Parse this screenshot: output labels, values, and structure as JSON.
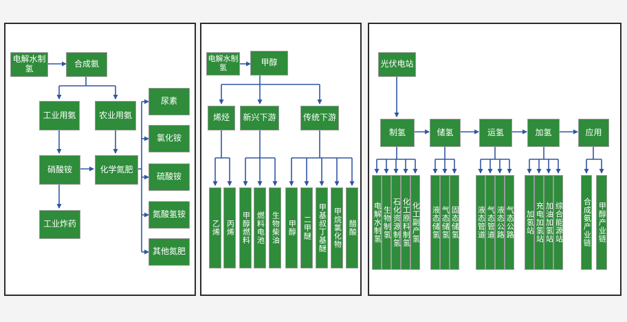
{
  "colors": {
    "box": "#2e8c3a",
    "arrow": "#2f55a3",
    "panel_border": "#2b2b2b"
  },
  "panel1": {
    "electrolysis": "电解水制氢",
    "synthetic_ammonia": "合成氨",
    "industrial_ammonia": "工业用氨",
    "agricultural_ammonia": "农业用氨",
    "ammonium_nitrate": "硝酸铵",
    "chemical_fertilizer": "化学氮肥",
    "industrial_explosive": "工业炸药",
    "urea": "尿素",
    "ammonium_chloride": "氯化铵",
    "ammonium_sulfate": "硫酸铵",
    "ammonium_bicarbonate": "氮酸氢铵",
    "other_fertilizer": "其他氮肥"
  },
  "panel2": {
    "electrolysis": "电解水制氢",
    "methanol": "甲醇",
    "olefins": "烯烃",
    "emerging_downstream": "新兴下游",
    "traditional_downstream": "传统下游",
    "ethylene": "乙烯",
    "propylene": "丙烯",
    "methanol_fuel": "甲醇燃料",
    "fuel_cell": "燃料电池",
    "biodiesel": "生物柴油",
    "formaldehyde": "甲醇",
    "dimethyl_ether": "二甲醚",
    "mtbe": "甲基叔丁基醚",
    "methane_chloride": "甲烷氯化物",
    "acetic_acid": "醋酸"
  },
  "panel3": {
    "pv_station": "光伏电站",
    "production": "制氢",
    "storage": "储氢",
    "transport": "运氢",
    "refuel": "加氢",
    "application": "应用",
    "prod_items": [
      "电解水制氢",
      "生物制氢",
      "石化资源制氢",
      "化工原料制氢",
      "化工副产氢"
    ],
    "storage_items": [
      "液态储氢",
      "气态储氢",
      "固态储氢"
    ],
    "transport_items": [
      "液态管道",
      "气态管道",
      "液态公路",
      "气态公路"
    ],
    "refuel_items": [
      "加氢站",
      "充电加氢站",
      "加油加氢站",
      "综合能源站"
    ],
    "application_items": [
      "合成氨产业链",
      "甲醇产业链"
    ]
  }
}
